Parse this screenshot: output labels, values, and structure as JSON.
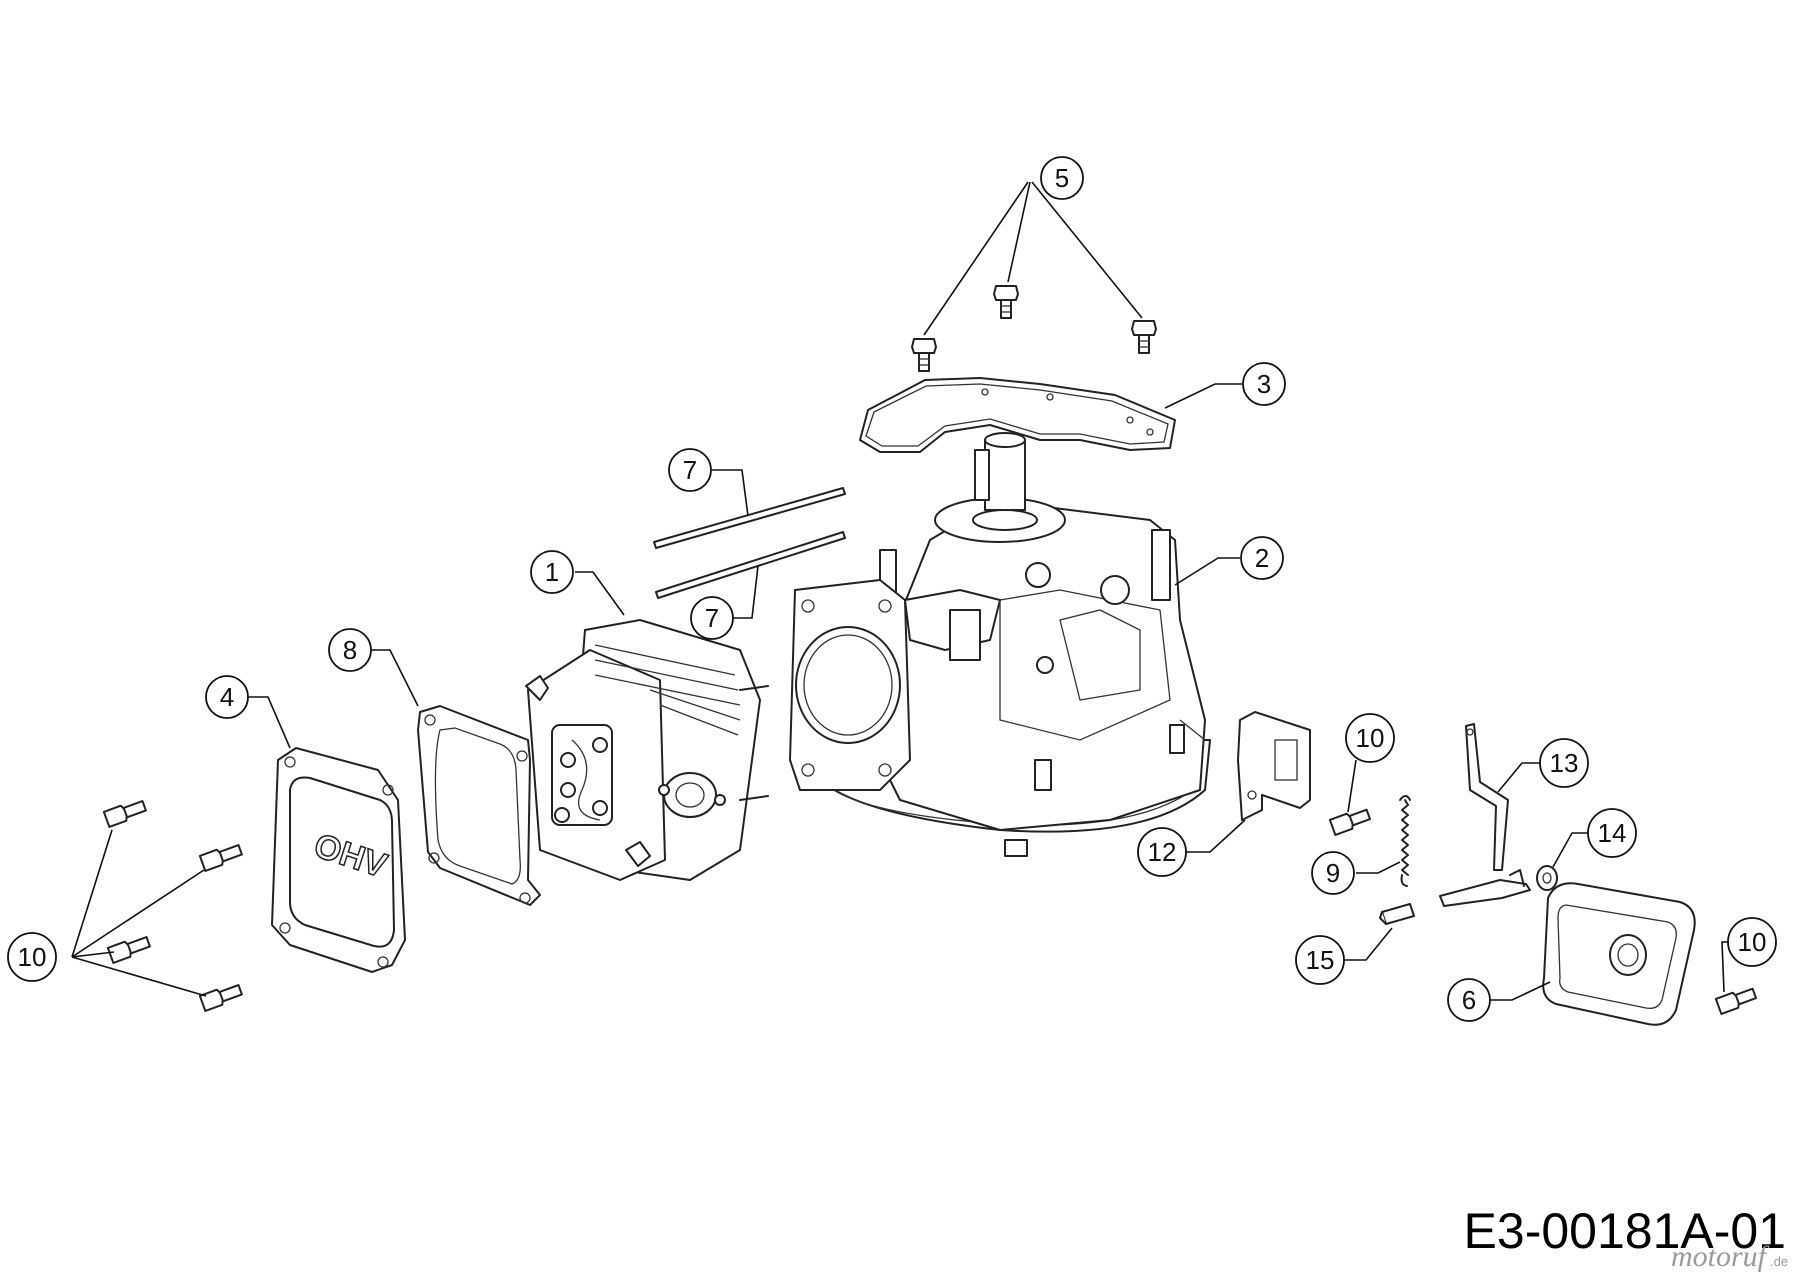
{
  "drawing_code": "E3-00181A-01",
  "watermark": "motoruf",
  "watermark_suffix": ".de",
  "callouts": [
    {
      "id": "c1",
      "label": "1"
    },
    {
      "id": "c2",
      "label": "2"
    },
    {
      "id": "c3",
      "label": "3"
    },
    {
      "id": "c4",
      "label": "4"
    },
    {
      "id": "c5",
      "label": "5"
    },
    {
      "id": "c6",
      "label": "6"
    },
    {
      "id": "c7a",
      "label": "7"
    },
    {
      "id": "c7b",
      "label": "7"
    },
    {
      "id": "c8",
      "label": "8"
    },
    {
      "id": "c9",
      "label": "9"
    },
    {
      "id": "c10a",
      "label": "10"
    },
    {
      "id": "c10b",
      "label": "10"
    },
    {
      "id": "c10c",
      "label": "10"
    },
    {
      "id": "c12",
      "label": "12"
    },
    {
      "id": "c13",
      "label": "13"
    },
    {
      "id": "c14",
      "label": "14"
    },
    {
      "id": "c15",
      "label": "15"
    }
  ],
  "valve_cover_text": "OHV"
}
